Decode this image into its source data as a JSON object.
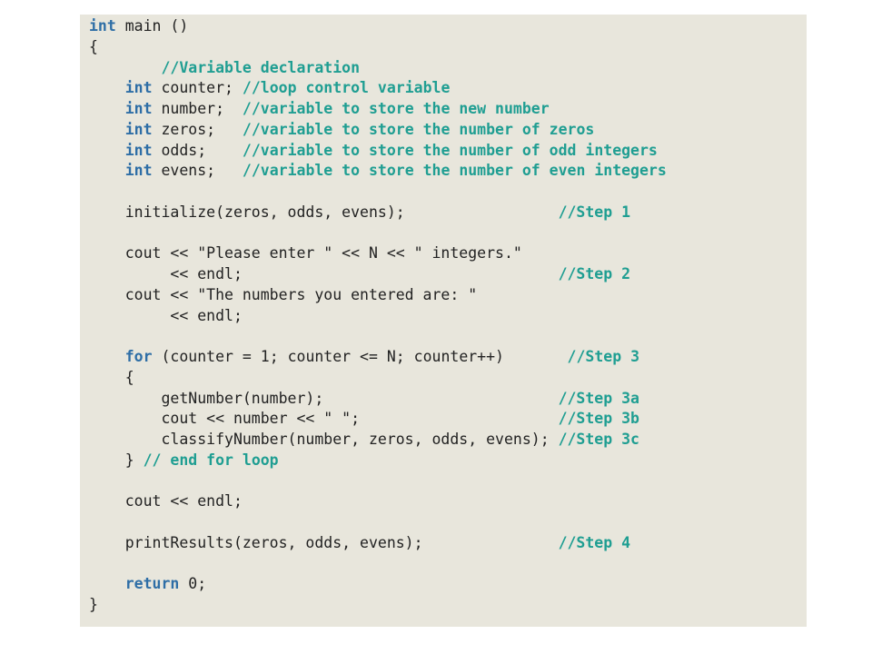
{
  "colors": {
    "background": "#e8e6dc",
    "keyword": "#2e6ea6",
    "comment": "#1f9e92",
    "text": "#222222"
  },
  "lines": [
    {
      "segments": [
        {
          "t": "kw",
          "v": "int"
        },
        {
          "t": "tx",
          "v": " main ()"
        }
      ]
    },
    {
      "segments": [
        {
          "t": "tx",
          "v": "{"
        }
      ]
    },
    {
      "segments": [
        {
          "t": "tx",
          "v": "        "
        },
        {
          "t": "cm",
          "v": "//Variable declaration"
        }
      ]
    },
    {
      "segments": [
        {
          "t": "tx",
          "v": "    "
        },
        {
          "t": "kw",
          "v": "int"
        },
        {
          "t": "tx",
          "v": " counter; "
        },
        {
          "t": "cm",
          "v": "//loop control variable"
        }
      ]
    },
    {
      "segments": [
        {
          "t": "tx",
          "v": "    "
        },
        {
          "t": "kw",
          "v": "int"
        },
        {
          "t": "tx",
          "v": " number;  "
        },
        {
          "t": "cm",
          "v": "//variable to store the new number"
        }
      ]
    },
    {
      "segments": [
        {
          "t": "tx",
          "v": "    "
        },
        {
          "t": "kw",
          "v": "int"
        },
        {
          "t": "tx",
          "v": " zeros;   "
        },
        {
          "t": "cm",
          "v": "//variable to store the number of zeros"
        }
      ]
    },
    {
      "segments": [
        {
          "t": "tx",
          "v": "    "
        },
        {
          "t": "kw",
          "v": "int"
        },
        {
          "t": "tx",
          "v": " odds;    "
        },
        {
          "t": "cm",
          "v": "//variable to store the number of odd integers"
        }
      ]
    },
    {
      "segments": [
        {
          "t": "tx",
          "v": "    "
        },
        {
          "t": "kw",
          "v": "int"
        },
        {
          "t": "tx",
          "v": " evens;   "
        },
        {
          "t": "cm",
          "v": "//variable to store the number of even integers"
        }
      ]
    },
    {
      "segments": []
    },
    {
      "segments": [
        {
          "t": "tx",
          "v": "    initialize(zeros, odds, evens);                 "
        },
        {
          "t": "cm",
          "v": "//Step 1"
        }
      ]
    },
    {
      "segments": []
    },
    {
      "segments": [
        {
          "t": "tx",
          "v": "    cout << \"Please enter \" << N << \" integers.\""
        }
      ]
    },
    {
      "segments": [
        {
          "t": "tx",
          "v": "         << endl;                                   "
        },
        {
          "t": "cm",
          "v": "//Step 2"
        }
      ]
    },
    {
      "segments": [
        {
          "t": "tx",
          "v": "    cout << \"The numbers you entered are: \""
        }
      ]
    },
    {
      "segments": [
        {
          "t": "tx",
          "v": "         << endl;"
        }
      ]
    },
    {
      "segments": []
    },
    {
      "segments": [
        {
          "t": "tx",
          "v": "    "
        },
        {
          "t": "kw",
          "v": "for"
        },
        {
          "t": "tx",
          "v": " (counter = 1; counter <= N; counter++)       "
        },
        {
          "t": "cm",
          "v": "//Step 3"
        }
      ]
    },
    {
      "segments": [
        {
          "t": "tx",
          "v": "    {"
        }
      ]
    },
    {
      "segments": [
        {
          "t": "tx",
          "v": "        getNumber(number);                          "
        },
        {
          "t": "cm",
          "v": "//Step 3a"
        }
      ]
    },
    {
      "segments": [
        {
          "t": "tx",
          "v": "        cout << number << \" \";                      "
        },
        {
          "t": "cm",
          "v": "//Step 3b"
        }
      ]
    },
    {
      "segments": [
        {
          "t": "tx",
          "v": "        classifyNumber(number, zeros, odds, evens); "
        },
        {
          "t": "cm",
          "v": "//Step 3c"
        }
      ]
    },
    {
      "segments": [
        {
          "t": "tx",
          "v": "    } "
        },
        {
          "t": "cm",
          "v": "// end for loop"
        }
      ]
    },
    {
      "segments": []
    },
    {
      "segments": [
        {
          "t": "tx",
          "v": "    cout << endl;"
        }
      ]
    },
    {
      "segments": []
    },
    {
      "segments": [
        {
          "t": "tx",
          "v": "    printResults(zeros, odds, evens);               "
        },
        {
          "t": "cm",
          "v": "//Step 4"
        }
      ]
    },
    {
      "segments": []
    },
    {
      "segments": [
        {
          "t": "tx",
          "v": "    "
        },
        {
          "t": "kw",
          "v": "return"
        },
        {
          "t": "tx",
          "v": " 0;"
        }
      ]
    },
    {
      "segments": [
        {
          "t": "tx",
          "v": "}"
        }
      ]
    }
  ]
}
